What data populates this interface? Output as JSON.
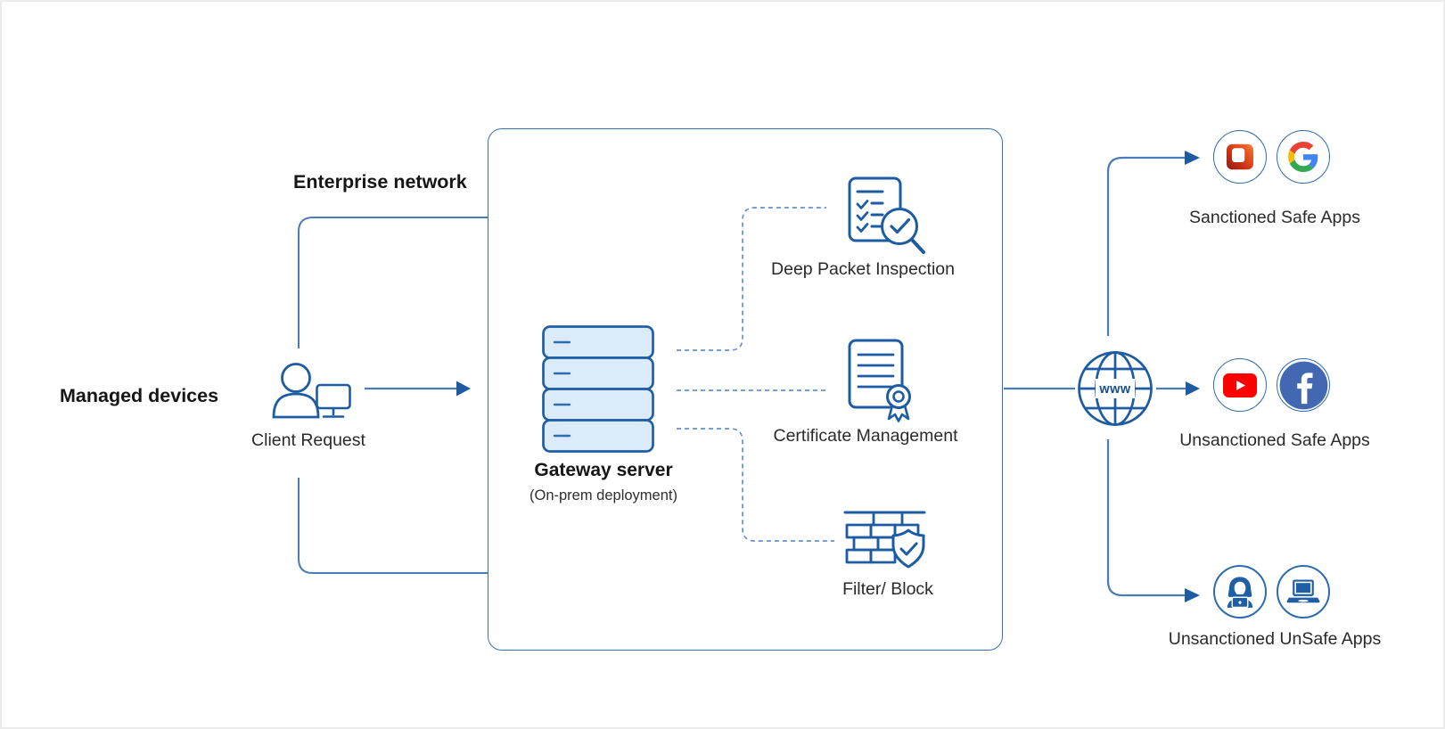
{
  "diagram": {
    "labels": {
      "enterprise_network": "Enterprise network",
      "managed_devices": "Managed devices",
      "client_request": "Client Request"
    },
    "gateway": {
      "title": "Gateway server",
      "subtitle": "(On-prem deployment)",
      "features": [
        {
          "label": "Deep Packet Inspection",
          "icon": "packet-inspection-icon"
        },
        {
          "label": "Certificate Management",
          "icon": "certificate-icon"
        },
        {
          "label": "Filter/ Block",
          "icon": "firewall-icon"
        }
      ]
    },
    "internet": {
      "label": "www",
      "icon": "globe-www-icon"
    },
    "app_groups": [
      {
        "label": "Sanctioned Safe Apps",
        "icons": [
          "microsoft-office-icon",
          "google-icon"
        ]
      },
      {
        "label": "Unsanctioned Safe Apps",
        "icons": [
          "youtube-icon",
          "facebook-icon"
        ]
      },
      {
        "label": "Unsanctioned UnSafe Apps",
        "icons": [
          "hacker-icon",
          "laptop-icon"
        ]
      }
    ],
    "colors": {
      "line_blue": "#4b7cb8",
      "icon_blue": "#1d5ca3",
      "dashed_blue": "#6492cb",
      "arrow_blue": "#1d5ca3",
      "server_fill": "#dcebf9",
      "box_border": "#3a72ae",
      "text_dark": "#2a2a2a"
    }
  }
}
